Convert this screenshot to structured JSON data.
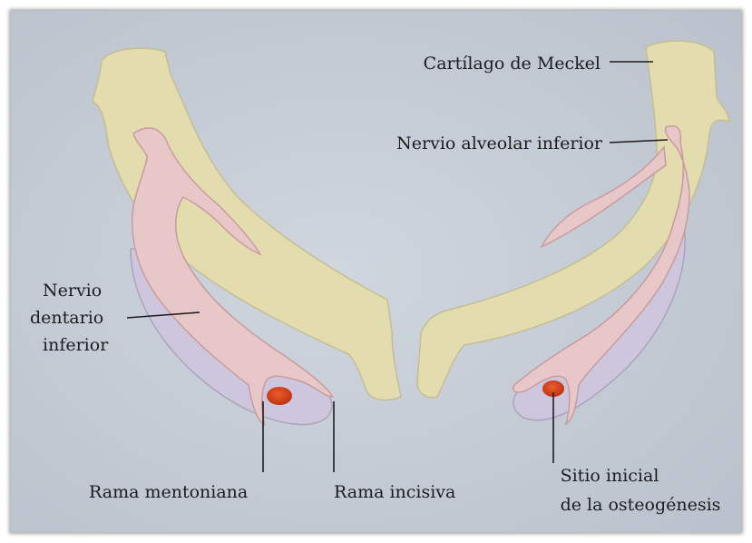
{
  "figure": {
    "labels": {
      "cartilago": "Cartílago de Meckel",
      "nervio_alveolar": "Nervio alveolar inferior",
      "nervio_dentario": [
        "Nervio",
        "dentario",
        "inferior"
      ],
      "rama_mentoniana": "Rama mentoniana",
      "rama_incisiva": "Rama incisiva",
      "sitio_inicial": [
        "Sitio inicial",
        "de la osteogénesis"
      ]
    },
    "colors": {
      "background": "#c4ccd6",
      "cartilage": "#e3dcaf",
      "cartilage_outline": "#c5bd94",
      "nerve": "#e8c7c8",
      "nerve_outline": "#c89c9e",
      "bone_region": "#cdc6dc",
      "bone_outline": "#aca3bf",
      "ossification": "#d9431e"
    }
  }
}
